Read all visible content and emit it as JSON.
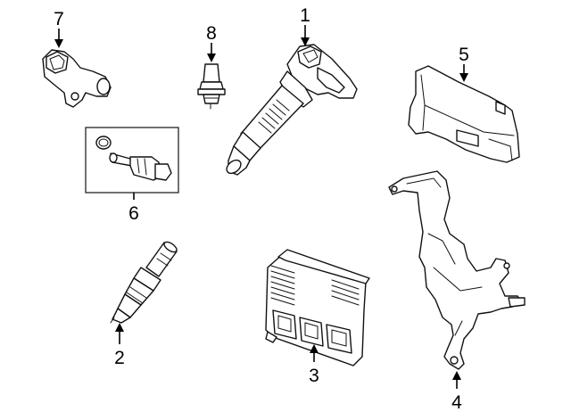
{
  "callouts": {
    "c1": "1",
    "c2": "2",
    "c3": "3",
    "c4": "4",
    "c5": "5",
    "c6": "6",
    "c7": "7",
    "c8": "8"
  },
  "colors": {
    "line": "#111111",
    "background": "#ffffff"
  },
  "parts": [
    "ignition-coil",
    "spark-plug",
    "engine-control-module",
    "bracket",
    "module-cover",
    "sensor-with-o-ring",
    "crankshaft-position-sensor",
    "temperature-sensor"
  ]
}
